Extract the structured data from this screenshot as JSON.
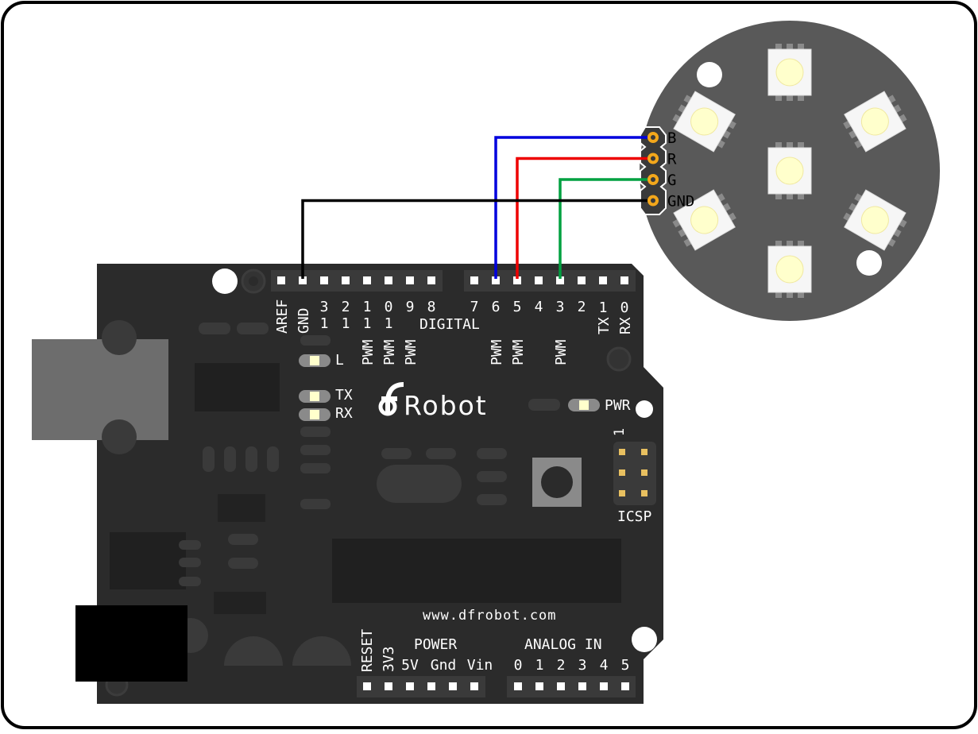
{
  "board": {
    "brand": "Robot",
    "url": "www.dfrobot.com",
    "digital_header": "DIGITAL",
    "digital_pins_left": [
      {
        "label": "AREF",
        "pwm": ""
      },
      {
        "label": "GND",
        "pwm": ""
      },
      {
        "label": "13",
        "pwm": ""
      },
      {
        "label": "12",
        "pwm": ""
      },
      {
        "label": "11",
        "pwm": "PWM"
      },
      {
        "label": "10",
        "pwm": "PWM"
      },
      {
        "label": "9",
        "pwm": "PWM"
      },
      {
        "label": "8",
        "pwm": ""
      }
    ],
    "digital_pins_right": [
      {
        "label": "7",
        "pwm": ""
      },
      {
        "label": "6",
        "pwm": "PWM"
      },
      {
        "label": "5",
        "pwm": "PWM"
      },
      {
        "label": "4",
        "pwm": ""
      },
      {
        "label": "3",
        "pwm": "PWM"
      },
      {
        "label": "2",
        "pwm": ""
      },
      {
        "label": "TX 1",
        "pwm": ""
      },
      {
        "label": "RX 0",
        "pwm": ""
      }
    ],
    "led_l": "L",
    "led_tx": "TX",
    "led_rx": "RX",
    "led_pwr": "PWR",
    "icsp_label": "ICSP",
    "icsp_pin1": "1",
    "power_header": "POWER",
    "power_pins": [
      "RESET",
      "3V3",
      "5V",
      "Gnd",
      "Vin"
    ],
    "analog_header": "ANALOG IN",
    "analog_pins": [
      "0",
      "1",
      "2",
      "3",
      "4",
      "5"
    ]
  },
  "ring_module": {
    "pins": [
      "B",
      "R",
      "G",
      "GND"
    ],
    "led_count": 7
  },
  "wires": [
    {
      "from": "6",
      "to": "B",
      "color": "#0000dd"
    },
    {
      "from": "5",
      "to": "R",
      "color": "#ee0000"
    },
    {
      "from": "3",
      "to": "G",
      "color": "#00a040"
    },
    {
      "from": "GND",
      "to": "GND",
      "color": "#000000"
    }
  ],
  "colors": {
    "board": "#2b2b2b",
    "header": "#3a3a3a",
    "ring": "#595959",
    "usb": "#6d6d6d",
    "led": "#ffffcc"
  }
}
